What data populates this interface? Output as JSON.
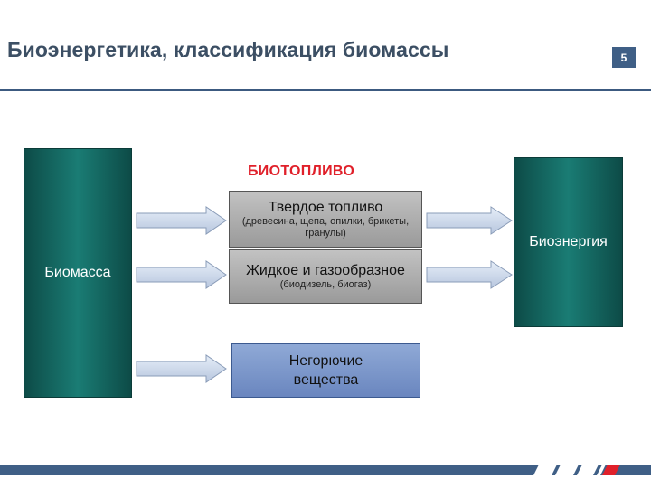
{
  "header": {
    "title": "Биоэнергетика, классификация биомассы",
    "page_number": "5"
  },
  "diagram": {
    "source": "Биомасса",
    "target": "Биоэнергия",
    "group_label": "БИОТОПЛИВО",
    "boxes": [
      {
        "main": "Твердое топливо",
        "sub": "(древесина, щепа, опилки, брикеты, гранулы)"
      },
      {
        "main": "Жидкое и газообразное",
        "sub": "(биодизель, биогаз)"
      },
      {
        "main": "Негорючие вещества",
        "sub": ""
      }
    ]
  },
  "colors": {
    "teal_block": "#1a7c74",
    "title_text": "#3c4f64",
    "biofuel_label": "#e0202a",
    "gray_box": "#b0b0b0",
    "blue_box": "#7b96ca",
    "accent_bar": "#3f5f86",
    "footer_red": "#e0202a"
  }
}
